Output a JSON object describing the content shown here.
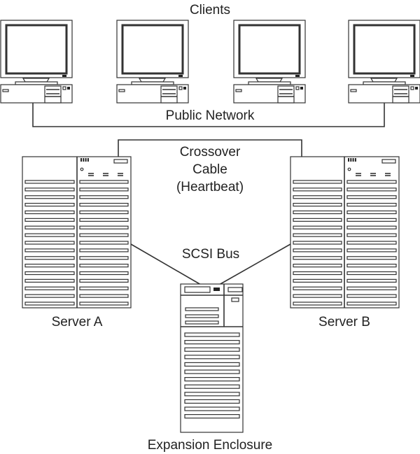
{
  "labels": {
    "clients": "Clients",
    "public_network": "Public Network",
    "crossover_line1": "Crossover",
    "crossover_line2": "Cable",
    "crossover_line3": "(Heartbeat)",
    "scsi_bus": "SCSI Bus",
    "server_a": "Server A",
    "server_b": "Server B",
    "expansion_enclosure": "Expansion Enclosure"
  },
  "clients": [
    {
      "name": "client-1"
    },
    {
      "name": "client-2"
    },
    {
      "name": "client-3"
    },
    {
      "name": "client-4"
    }
  ],
  "servers": [
    {
      "name": "server-a",
      "label_key": "server_a"
    },
    {
      "name": "server-b",
      "label_key": "server_b"
    }
  ],
  "connections": [
    {
      "name": "public-network",
      "from": "clients",
      "to": "clients",
      "label_key": "public_network"
    },
    {
      "name": "crossover-cable",
      "from": "server-a",
      "to": "server-b",
      "label_key": "crossover_line1"
    },
    {
      "name": "scsi-bus",
      "from": [
        "server-a",
        "server-b"
      ],
      "to": "expansion-enclosure",
      "label_key": "scsi_bus"
    }
  ],
  "colors": {
    "stroke": "#333333",
    "text": "#222222",
    "background": "#ffffff"
  }
}
